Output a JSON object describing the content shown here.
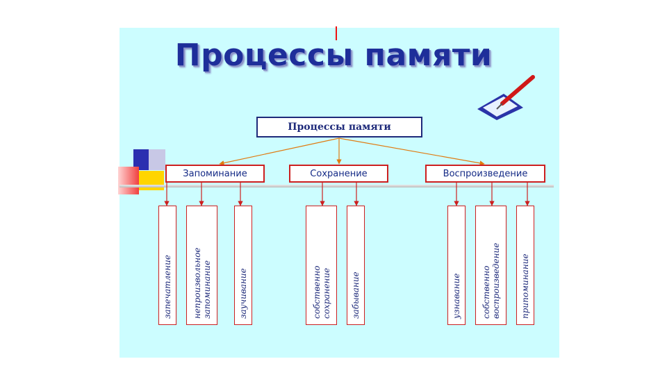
{
  "title": "Процессы памяти",
  "root": "Процессы памяти",
  "categories": [
    {
      "label": "Запоминание",
      "items": [
        "запечатление",
        "непроизвольное\nзапоминание",
        "заучивание"
      ]
    },
    {
      "label": "Сохранение",
      "items": [
        "собственно\nсохранение",
        "забывание"
      ]
    },
    {
      "label": "Воспроизведение",
      "items": [
        "узнавание",
        "собственно\nвоспроизведение",
        "припоминание"
      ]
    }
  ],
  "colors": {
    "title": "#1e2e9a",
    "box_border": "#cc1f1f",
    "root_border": "#1e2a7a",
    "arrow": "#e07a10",
    "background": "#ccfdff"
  }
}
